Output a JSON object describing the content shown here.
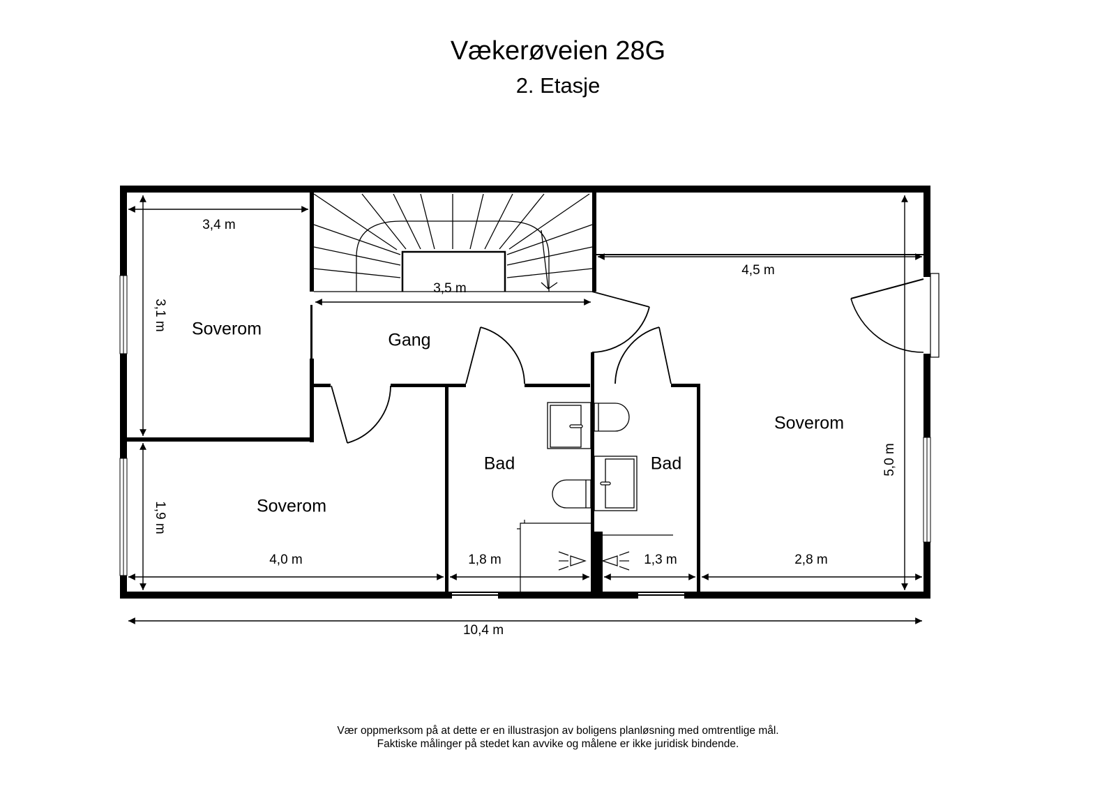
{
  "header": {
    "address": "Vækerøveien 28G",
    "floor": "2. Etasje"
  },
  "rooms": {
    "bedroom_top_left": "Soverom",
    "bedroom_bottom_left": "Soverom",
    "hallway": "Gang",
    "bathroom_1": "Bad",
    "bathroom_2": "Bad",
    "bedroom_right": "Soverom"
  },
  "dimensions": {
    "bedroom_top_left_width": "3,4 m",
    "bedroom_top_left_depth": "3,1 m",
    "stairs_width": "3,5 m",
    "bedroom_right_top_width": "4,5 m",
    "bedroom_bottom_left_depth": "1,9 m",
    "bedroom_bottom_left_width": "4,0 m",
    "bathroom_1_width": "1,8 m",
    "bathroom_2_width": "1,3 m",
    "bedroom_right_bottom_width": "2,8 m",
    "bedroom_right_depth": "5,0 m",
    "total_width": "10,4 m"
  },
  "footer": {
    "line1": "Vær oppmerksom på at dette er en illustrasjon av boligens planløsning med omtrentlige mål.",
    "line2": "Faktiske målinger på stedet kan avvike og målene er ikke juridisk bindende."
  },
  "colors": {
    "wall": "#000000",
    "background": "#ffffff"
  }
}
